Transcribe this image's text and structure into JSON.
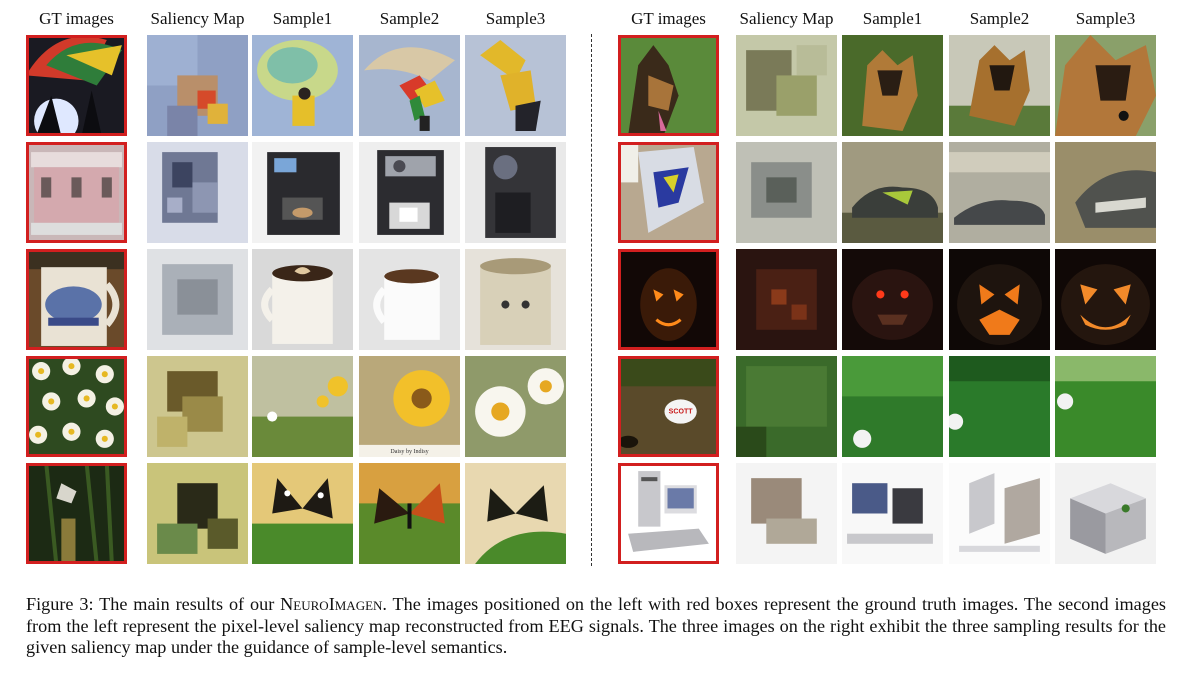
{
  "figure": {
    "headers": {
      "gt": "GT images",
      "saliency": "Saliency Map",
      "s1": "Sample1",
      "s2": "Sample2",
      "s3": "Sample3"
    },
    "left_rows": [
      {
        "subject": "parachute"
      },
      {
        "subject": "espresso-machine"
      },
      {
        "subject": "coffee-mug"
      },
      {
        "subject": "daisy"
      },
      {
        "subject": "butterfly"
      }
    ],
    "right_rows": [
      {
        "subject": "german-shepherd"
      },
      {
        "subject": "running-shoe"
      },
      {
        "subject": "jack-o-lantern"
      },
      {
        "subject": "golf-ball",
        "ball_text": "SCOTT"
      },
      {
        "subject": "desktop-computer"
      }
    ],
    "daisy_sample2_text": "Daisy by Indisy",
    "colors": {
      "gt_border": "#d21f1f"
    }
  },
  "caption": {
    "prefix": "Figure 3: The main results of our ",
    "name": "NeuroImagen",
    "rest": ". The images positioned on the left with red boxes represent the ground truth images. The second images from the left represent the pixel-level saliency map reconstructed from EEG signals. The three images on the right exhibit the three sampling results for the given saliency map under the guidance of sample-level semantics."
  }
}
